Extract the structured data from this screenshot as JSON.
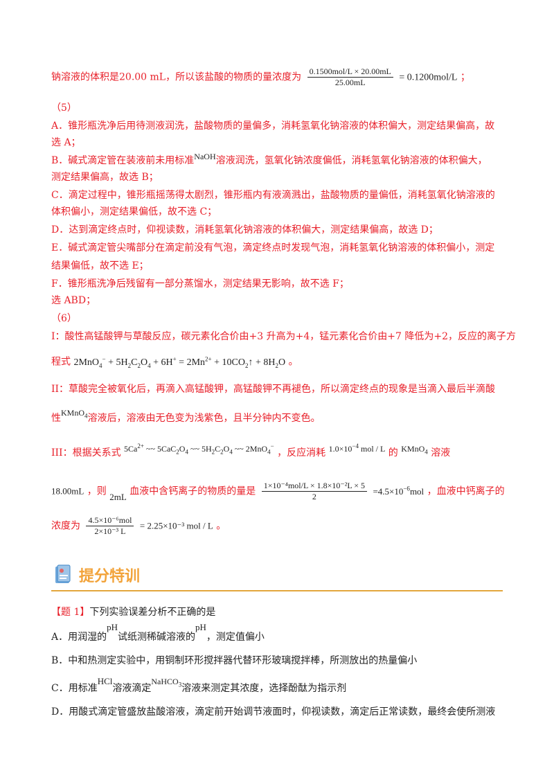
{
  "lines": {
    "l1_pre": "钠溶液的体积是20.00 mL，所以该盐酸的物质的量浓度为",
    "l1_num": "0.1500mol/L × 20.00mL",
    "l1_den": "25.00mL",
    "l1_eq": "= 0.1200mol/L",
    "l1_end": "；",
    "s5": "（5）",
    "A1": "A．锥形瓶洗净后用待测液润洗，盐酸物质的量偏多，消耗氢氧化钠溶液的体积偏大，测定结果偏高，故",
    "A2": "选 A；",
    "B1a": "B．碱式滴定管在装液前未用标准",
    "B1f": "NaOH",
    "B1b": "溶液润洗，氢氧化钠浓度偏低，消耗氢氧化钠溶液的体积偏大，",
    "B2": "测定结果偏高，故选 B；",
    "C1": "C．滴定过程中，锥形瓶摇荡得太剧烈，锥形瓶内有液滴溅出，盐酸物质的量偏低，消耗氢氧化钠溶液的",
    "C2": "体积偏小，测定结果偏低，故不选 C；",
    "D1": "D．达到滴定终点时，仰视读数，消耗氢氧化钠溶液的体积偏大，测定结果偏高，故选 D；",
    "E1": "E．碱式滴定管尖嘴部分在滴定前没有气泡，滴定终点时发现气泡，消耗氢氧化钠溶液的体积偏小，测定",
    "E2": "结果偏低，故不选 E；",
    "F1": "F．锥形瓶洗净后残留有一部分蒸馏水，测定结果无影响，故不选 F；",
    "sel": "选 ABD；",
    "s6": "（6）",
    "I1": "I：酸性高锰酸钾与草酸反应，碳元素化合价由+3 升高为+4，锰元素化合价由+7 降低为+2，反应的离子方",
    "I2": "程式",
    "I2_end": "。",
    "II1": "II：草酸完全被氧化后，再滴入高锰酸钾，高锰酸钾不再褪色，所以滴定终点的现象是当滴入最后半滴酸",
    "II2a": "性",
    "II2f": "KMnO",
    "II2b": "溶液后，溶液由无色变为浅紫色，且半分钟内不变色。",
    "III1a": "III：根据关系式",
    "III1b": "，反应消耗",
    "III1c": "1.0×10",
    "III1d": " mol / L",
    "III1e": "的",
    "III1f": "KMnO",
    "III1g": "溶液",
    "III2a": "18.00mL",
    "III2b": "，则",
    "III2c": "2mL",
    "III2d": "血液中含钙离子的物质的量是",
    "III2num": "1×10⁻⁴mol/L × 1.8×10⁻²L × 5",
    "III2den": "2",
    "III2e": "=4.5×10",
    "III2f": "mol",
    "III2g": "，血液中钙离子的",
    "III3a": "浓度为",
    "III3num": "4.5×10⁻⁶mol",
    "III3den": "2×10⁻³ L",
    "III3eq": "= 2.25×10⁻³ mol / L",
    "III3end": "。"
  },
  "banner": {
    "title": "提分特训"
  },
  "question": {
    "label": "【题 1】",
    "stem": "下列实验误差分析不正确的是",
    "A_a": "A．用润湿的",
    "A_pH1": "pH",
    "A_b": "试纸测稀碱溶液的",
    "A_pH2": "pH",
    "A_c": "，测定值偏小",
    "B": "B．中和热测定实验中，用铜制环形搅拌器代替环形玻璃搅拌棒，所测放出的热量偏小",
    "C_a": "C．用标准",
    "C_f1": "HCl",
    "C_b": "溶液滴定",
    "C_f2": "NaHCO",
    "C_c": "溶液来测定其浓度，选择酚酞为指示剂",
    "D": "D．用酸式滴定管盛放盐酸溶液，滴定前开始调节液面时，仰视读数，滴定后正常读数，最终会使所测液"
  },
  "colors": {
    "answer": "#e8202a",
    "banner": "#f2a33a",
    "rule": "#e3a63c",
    "text": "#222222"
  }
}
